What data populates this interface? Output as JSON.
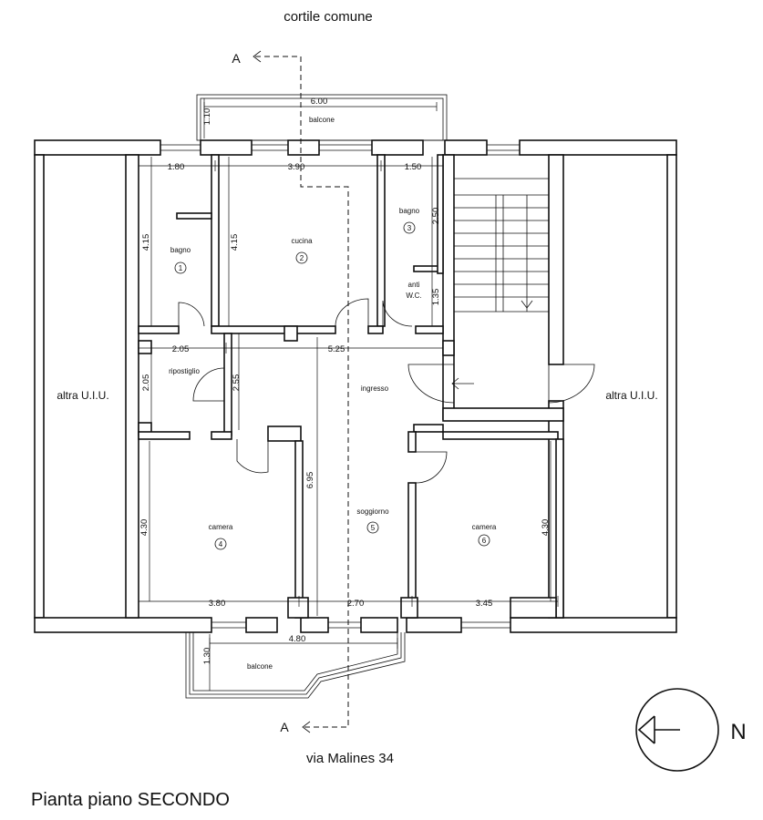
{
  "labels": {
    "top_street": "cortile comune",
    "bottom_street": "via Malines 34",
    "title": "Pianta piano SECONDO",
    "north": "N",
    "section_top": "A",
    "section_bottom": "A",
    "left_unit": "altra U.I.U.",
    "right_unit": "altra U.I.U."
  },
  "rooms": {
    "balcone_top": "balcone",
    "balcone_bottom": "balcone",
    "bagno1": {
      "name": "bagno",
      "num": "1"
    },
    "cucina": {
      "name": "cucina",
      "num": "2"
    },
    "bagno3": {
      "name": "bagno",
      "num": "3"
    },
    "anti_line1": "anti",
    "anti_line2": "W.C.",
    "ripostiglio": "ripostiglio",
    "ingresso": "ingresso",
    "camera4": {
      "name": "camera",
      "num": "4"
    },
    "soggiorno": {
      "name": "soggiorno",
      "num": "5"
    },
    "camera6": {
      "name": "camera",
      "num": "6"
    }
  },
  "dimensions": {
    "balcone_top_width": "6.00",
    "balcone_top_depth": "1.10",
    "bagno1_width": "1.80",
    "cucina_width": "3.90",
    "bagno3_width": "1.50",
    "bagno1_height": "4.15",
    "cucina_height": "4.15",
    "bagno3_height": "2.50",
    "anti_height": "1.35",
    "ripostiglio_width": "2.05",
    "corridor_width": "5.25",
    "ripostiglio_height": "2.05",
    "corridor_height": "2.55",
    "soggiorno_height": "6.95",
    "camera4_height": "4.30",
    "camera6_height": "4.30",
    "camera4_width": "3.80",
    "soggiorno_width": "2.70",
    "camera6_width": "3.45",
    "balcone_bottom_width": "4.80",
    "balcone_bottom_depth": "1.30"
  }
}
